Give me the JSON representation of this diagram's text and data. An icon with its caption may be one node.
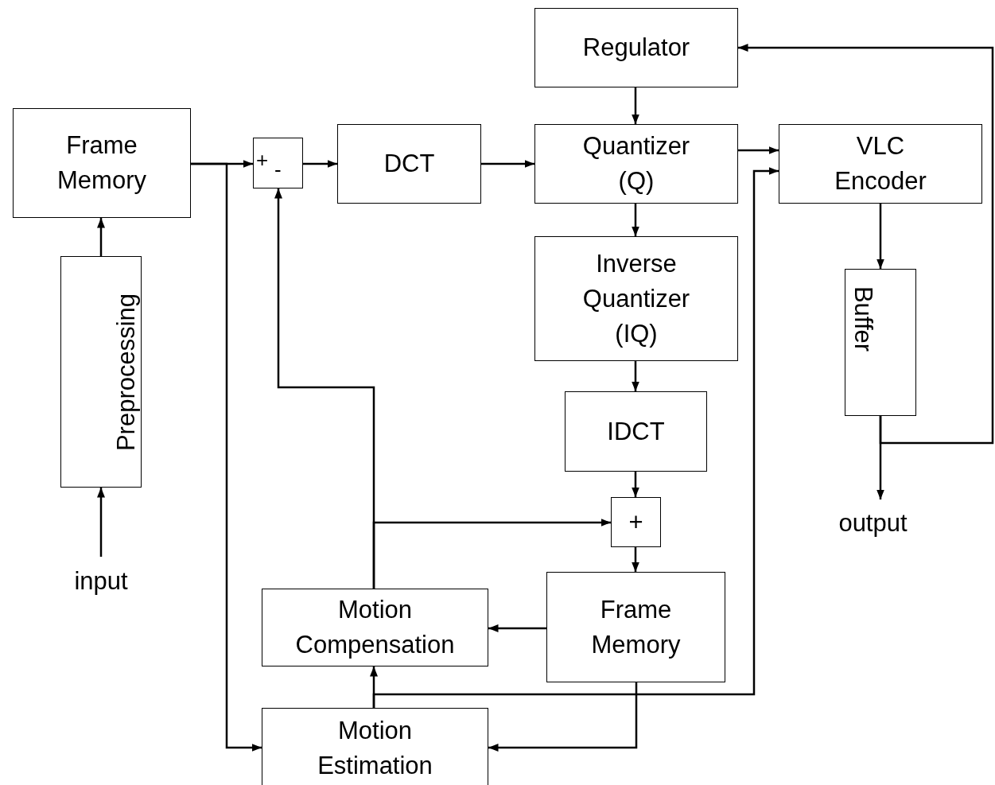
{
  "diagram": {
    "nodes": [
      {
        "text": [
          "Regulator"
        ]
      },
      {
        "text": [
          "Frame Memory"
        ]
      },
      {
        "text": [
          "+",
          "-"
        ]
      },
      {
        "text": [
          "DCT"
        ]
      },
      {
        "text": [
          "Quantizer (Q)"
        ]
      },
      {
        "text": [
          "VLC Encoder"
        ]
      },
      {
        "text": [
          "Preprocessing"
        ]
      },
      {
        "text": [
          "Inverse Quantizer (IQ)"
        ]
      },
      {
        "text": [
          "Buffer"
        ]
      },
      {
        "text": [
          "IDCT"
        ]
      },
      {
        "text": [
          "+"
        ]
      },
      {
        "text": [
          "Motion Compensation"
        ]
      },
      {
        "text": [
          "Frame Memory"
        ]
      },
      {
        "text": [
          "Motion Estimation"
        ]
      },
      {
        "text": [
          "input"
        ]
      },
      {
        "text": [
          "output"
        ]
      }
    ],
    "edges": [
      {
        "from": 14,
        "to": 6,
        "arrow": "to"
      },
      {
        "from": 6,
        "to": 1,
        "arrow": "to"
      },
      {
        "from": 1,
        "to": 2,
        "arrow": "to"
      },
      {
        "from": 1,
        "to": 13,
        "arrow": "to"
      },
      {
        "from": 2,
        "to": 3,
        "arrow": "to"
      },
      {
        "from": 3,
        "to": 4,
        "arrow": "to"
      },
      {
        "from": 0,
        "to": 4,
        "arrow": "to"
      },
      {
        "from": 4,
        "to": 5,
        "arrow": "to"
      },
      {
        "from": 4,
        "to": 7,
        "arrow": "to"
      },
      {
        "from": 7,
        "to": 9,
        "arrow": "to"
      },
      {
        "from": 9,
        "to": 10,
        "arrow": "to"
      },
      {
        "from": 10,
        "to": 12,
        "arrow": "to"
      },
      {
        "from": 12,
        "to": 11,
        "arrow": "to"
      },
      {
        "from": 12,
        "to": 13,
        "arrow": "to"
      },
      {
        "from": 13,
        "to": 11,
        "arrow": "to"
      },
      {
        "from": 13,
        "to": 5,
        "arrow": "to"
      },
      {
        "from": 11,
        "to": 2,
        "arrow": "to"
      },
      {
        "from": 11,
        "to": 10,
        "arrow": "to"
      },
      {
        "from": 5,
        "to": 8,
        "arrow": "to"
      },
      {
        "from": 8,
        "to": 15,
        "arrow": "to"
      },
      {
        "from": 8,
        "to": 0,
        "arrow": "to"
      }
    ]
  }
}
